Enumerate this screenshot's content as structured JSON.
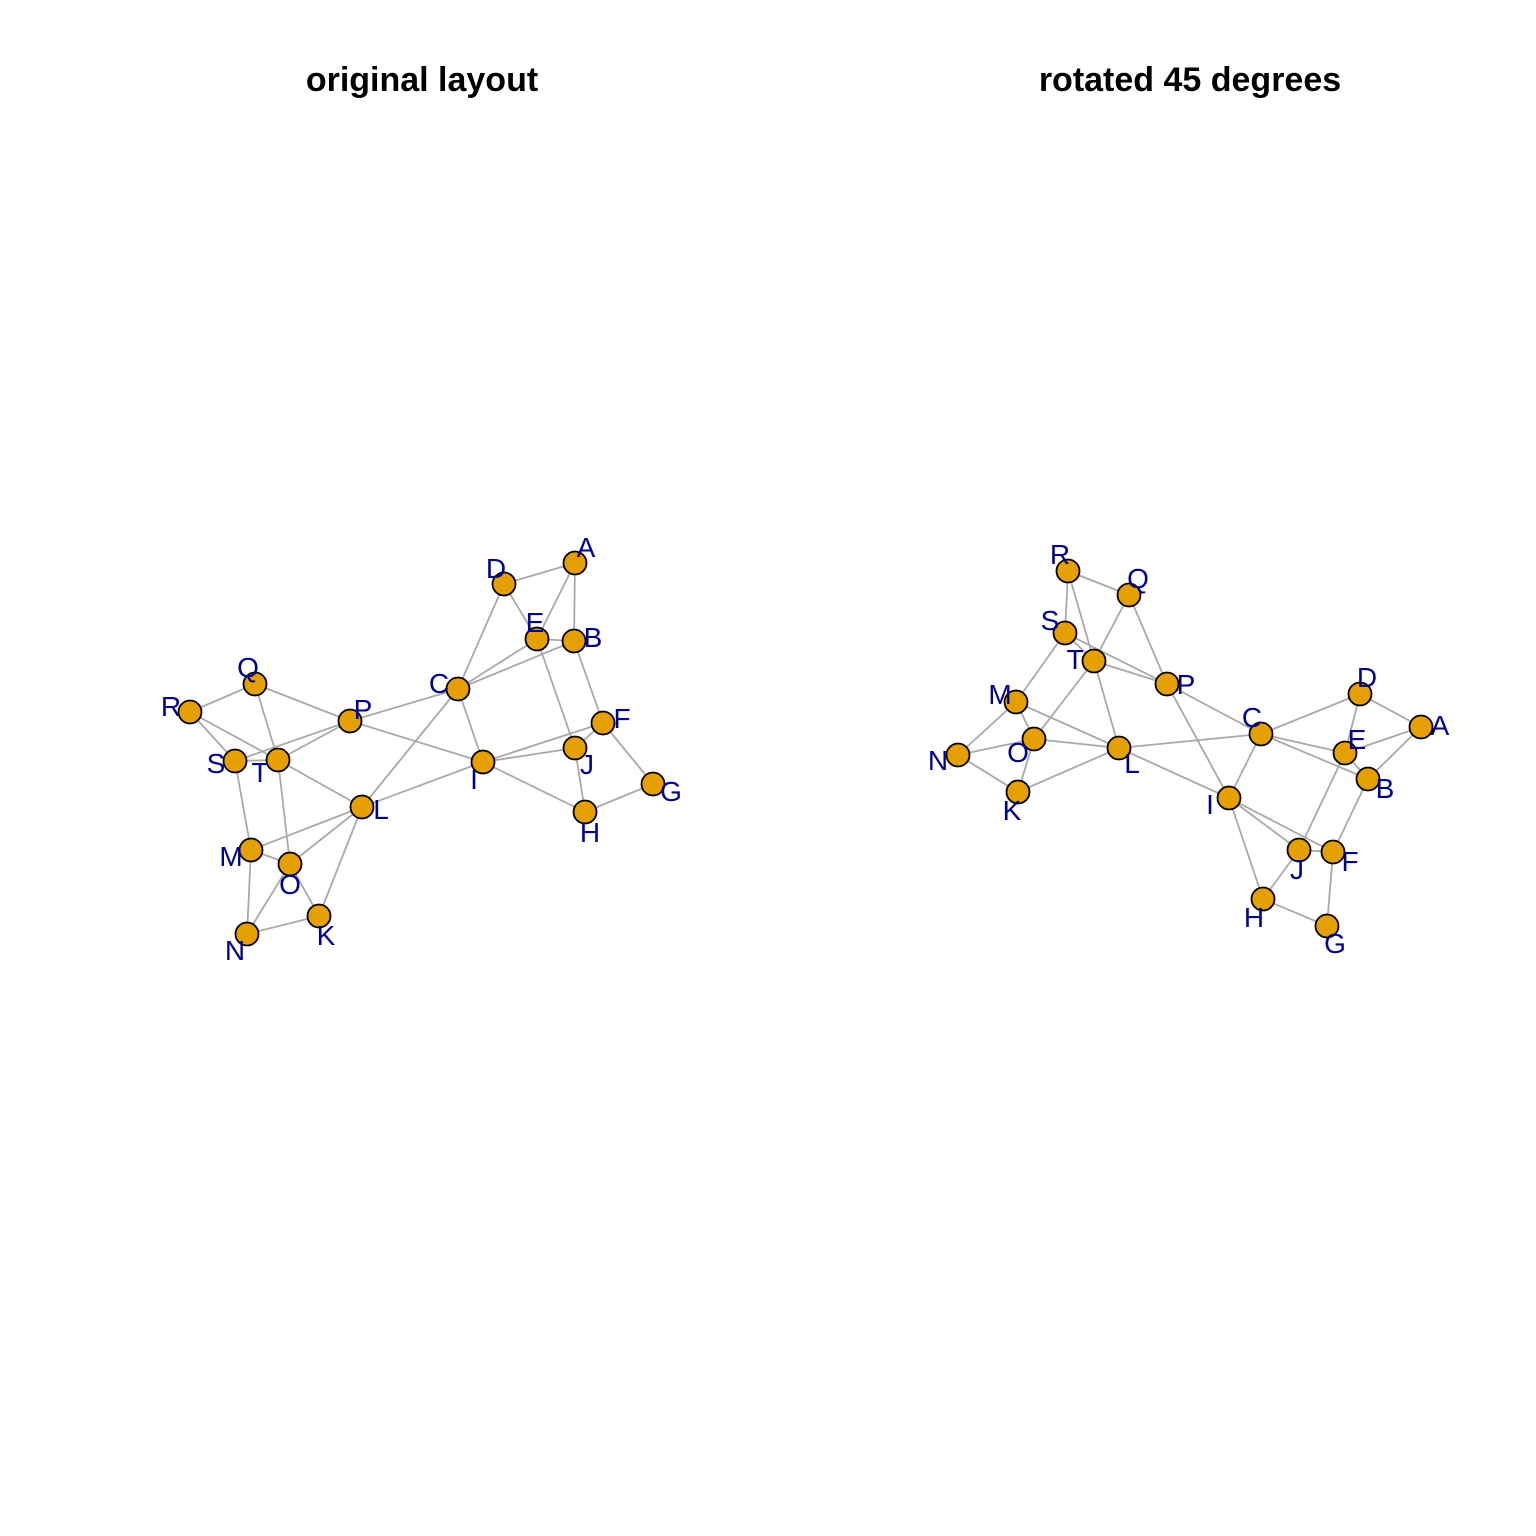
{
  "colors": {
    "node_fill": "#E69F00",
    "node_stroke": "#000000",
    "edge": "#A9A9A9",
    "label": "#00008B",
    "title": "#000000"
  },
  "panels": [
    {
      "title": "original layout",
      "nodes": [
        {
          "id": "A",
          "label": "A"
        },
        {
          "id": "B",
          "label": "B"
        },
        {
          "id": "C",
          "label": "C"
        },
        {
          "id": "D",
          "label": "D"
        },
        {
          "id": "E",
          "label": "E"
        },
        {
          "id": "F",
          "label": "F"
        },
        {
          "id": "G",
          "label": "G"
        },
        {
          "id": "H",
          "label": "H"
        },
        {
          "id": "I",
          "label": "I"
        },
        {
          "id": "J",
          "label": "J"
        },
        {
          "id": "K",
          "label": "K"
        },
        {
          "id": "L",
          "label": "L"
        },
        {
          "id": "M",
          "label": "M"
        },
        {
          "id": "N",
          "label": "N"
        },
        {
          "id": "O",
          "label": "O"
        },
        {
          "id": "P",
          "label": "P"
        },
        {
          "id": "Q",
          "label": "Q"
        },
        {
          "id": "R",
          "label": "R"
        },
        {
          "id": "S",
          "label": "S"
        },
        {
          "id": "T",
          "label": "T"
        }
      ]
    },
    {
      "title": "rotated 45 degrees",
      "nodes": [
        {
          "id": "A",
          "label": "A"
        },
        {
          "id": "B",
          "label": "B"
        },
        {
          "id": "C",
          "label": "C"
        },
        {
          "id": "D",
          "label": "D"
        },
        {
          "id": "E",
          "label": "E"
        },
        {
          "id": "F",
          "label": "F"
        },
        {
          "id": "G",
          "label": "G"
        },
        {
          "id": "H",
          "label": "H"
        },
        {
          "id": "I",
          "label": "I"
        },
        {
          "id": "J",
          "label": "J"
        },
        {
          "id": "K",
          "label": "K"
        },
        {
          "id": "L",
          "label": "L"
        },
        {
          "id": "M",
          "label": "M"
        },
        {
          "id": "N",
          "label": "N"
        },
        {
          "id": "O",
          "label": "O"
        },
        {
          "id": "P",
          "label": "P"
        },
        {
          "id": "Q",
          "label": "Q"
        },
        {
          "id": "R",
          "label": "R"
        },
        {
          "id": "S",
          "label": "S"
        },
        {
          "id": "T",
          "label": "T"
        }
      ]
    }
  ],
  "edges": [
    [
      "A",
      "D"
    ],
    [
      "A",
      "E"
    ],
    [
      "A",
      "B"
    ],
    [
      "B",
      "E"
    ],
    [
      "B",
      "F"
    ],
    [
      "C",
      "D"
    ],
    [
      "C",
      "E"
    ],
    [
      "C",
      "B"
    ],
    [
      "C",
      "I"
    ],
    [
      "C",
      "L"
    ],
    [
      "C",
      "P"
    ],
    [
      "D",
      "E"
    ],
    [
      "E",
      "J"
    ],
    [
      "F",
      "J"
    ],
    [
      "F",
      "G"
    ],
    [
      "F",
      "I"
    ],
    [
      "G",
      "H"
    ],
    [
      "H",
      "J"
    ],
    [
      "H",
      "I"
    ],
    [
      "I",
      "J"
    ],
    [
      "I",
      "L"
    ],
    [
      "I",
      "P"
    ],
    [
      "K",
      "L"
    ],
    [
      "K",
      "O"
    ],
    [
      "K",
      "N"
    ],
    [
      "L",
      "T"
    ],
    [
      "L",
      "M"
    ],
    [
      "L",
      "O"
    ],
    [
      "M",
      "S"
    ],
    [
      "M",
      "N"
    ],
    [
      "M",
      "O"
    ],
    [
      "N",
      "O"
    ],
    [
      "O",
      "T"
    ],
    [
      "P",
      "Q"
    ],
    [
      "P",
      "T"
    ],
    [
      "P",
      "S"
    ],
    [
      "Q",
      "R"
    ],
    [
      "Q",
      "T"
    ],
    [
      "R",
      "T"
    ],
    [
      "R",
      "S"
    ],
    [
      "S",
      "T"
    ]
  ]
}
